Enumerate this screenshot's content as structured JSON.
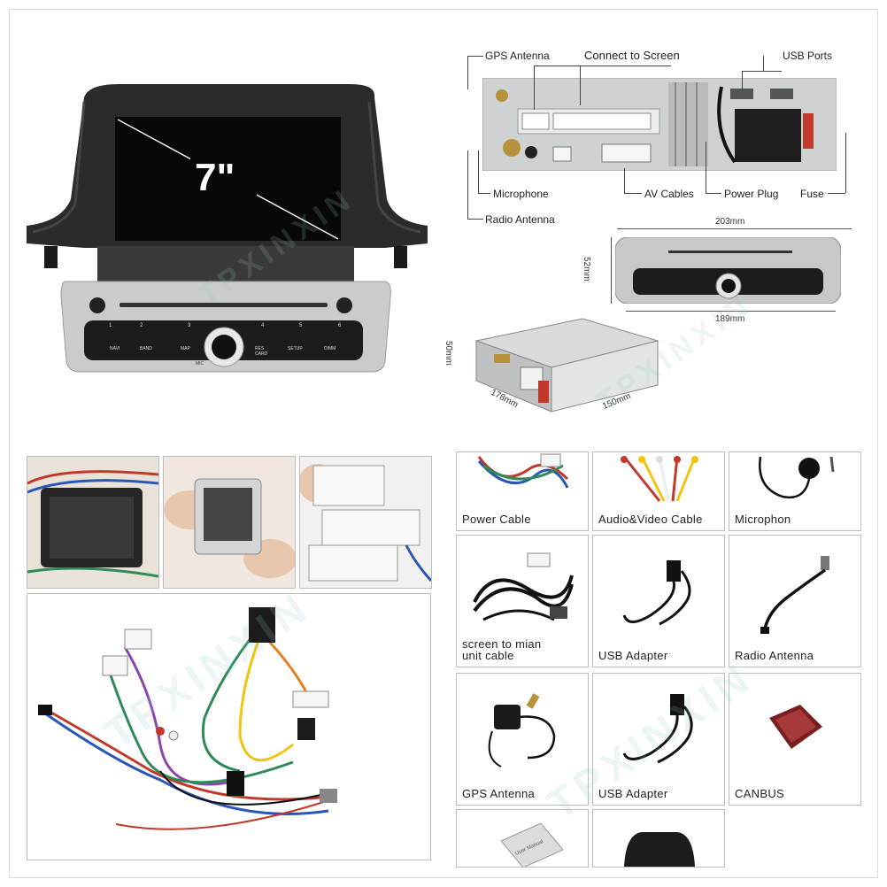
{
  "hero": {
    "screen_size": "7\"",
    "buttons": {
      "row1": [
        "1",
        "2",
        "3",
        "4",
        "5",
        "6"
      ],
      "row2": [
        "NAVI",
        "BAND",
        "MAP",
        "RES CARD",
        "SETUP",
        "DIMM"
      ],
      "mic": "MIC"
    }
  },
  "rear_panel": {
    "labels": {
      "gps_antenna": "GPS Antenna",
      "connect_to_screen": "Connect to Screen",
      "usb_ports": "USB Ports",
      "microphone": "Microphone",
      "av_cables": "AV Cables",
      "power_plug": "Power Plug",
      "fuse": "Fuse",
      "radio_antenna": "Radio Antenna"
    }
  },
  "dimensions": {
    "front_width": "203mm",
    "front_height": "52mm",
    "front_inner_width": "189mm",
    "body_height": "50mm",
    "body_depth": "178mm",
    "body_width": "150mm"
  },
  "watermark": "TPXINXIN",
  "accessories": [
    {
      "label": "Power Cable",
      "icon": "power-cable-icon"
    },
    {
      "label": "Audio&Video Cable",
      "icon": "av-cable-icon"
    },
    {
      "label": "Microphon",
      "icon": "microphone-icon"
    },
    {
      "label": "screen to mian unit cable",
      "icon": "screen-cable-icon"
    },
    {
      "label": "USB Adapter",
      "icon": "usb-adapter-icon"
    },
    {
      "label": "Radio Antenna",
      "icon": "radio-antenna-icon"
    },
    {
      "label": "GPS Antenna",
      "icon": "gps-antenna-icon"
    },
    {
      "label": "USB Adapter",
      "icon": "usb-adapter-icon"
    },
    {
      "label": "CANBUS",
      "icon": "canbus-icon"
    },
    {
      "label": "",
      "icon": "user-manual-icon"
    },
    {
      "label": "",
      "icon": "frame-icon"
    }
  ],
  "manual_text": "User Manual",
  "colors": {
    "silver": "#c9cbcc",
    "dark": "#1c1c1c",
    "wire_red": "#c0392b",
    "wire_blue": "#2a57b5",
    "wire_green": "#2e8b57"
  }
}
